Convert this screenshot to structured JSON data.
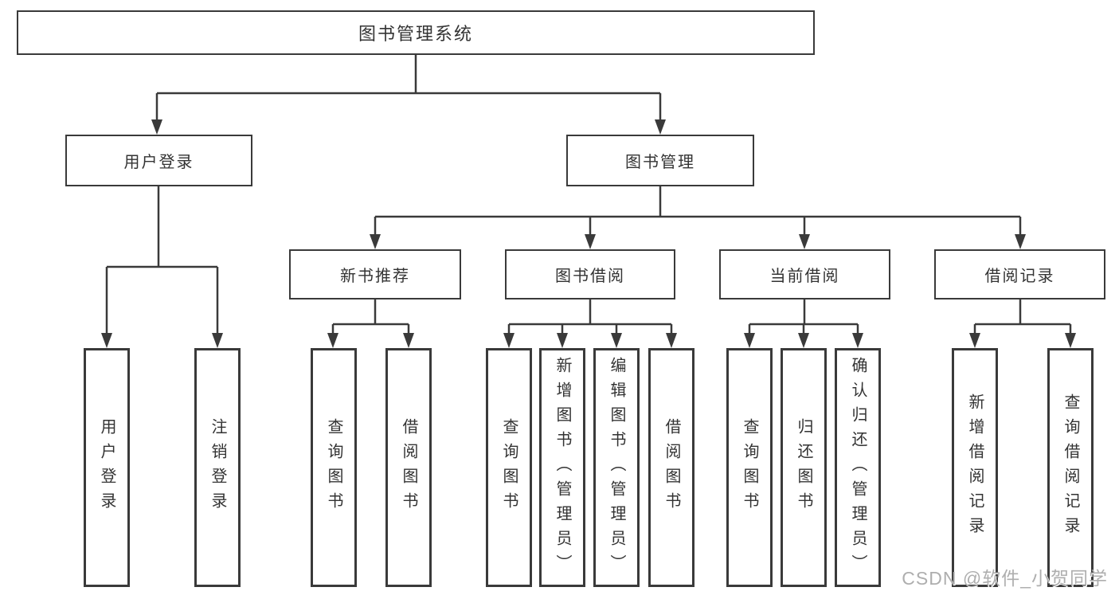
{
  "colors": {
    "line": "#3a3a3a",
    "border": "#3a3a3a",
    "text": "#333333",
    "watermark": "#a5a5a5",
    "background": "#ffffff"
  },
  "watermark": {
    "text": "CSDN @软件_小贺同学"
  },
  "tree": {
    "root": {
      "label": "图书管理系统",
      "children": [
        {
          "label": "用户登录",
          "children": [
            {
              "label": "用户登录"
            },
            {
              "label": "注销登录"
            }
          ]
        },
        {
          "label": "图书管理",
          "children": [
            {
              "label": "新书推荐",
              "children": [
                {
                  "label": "查询图书"
                },
                {
                  "label": "借阅图书"
                }
              ]
            },
            {
              "label": "图书借阅",
              "children": [
                {
                  "label": "查询图书"
                },
                {
                  "label": "新增图书（管理员）"
                },
                {
                  "label": "编辑图书（管理员）"
                },
                {
                  "label": "借阅图书"
                }
              ]
            },
            {
              "label": "当前借阅",
              "children": [
                {
                  "label": "查询图书"
                },
                {
                  "label": "归还图书"
                },
                {
                  "label": "确认归还（管理员）"
                }
              ]
            },
            {
              "label": "借阅记录",
              "children": [
                {
                  "label": "新增借阅记录"
                },
                {
                  "label": "查询借阅记录"
                }
              ]
            }
          ]
        }
      ]
    }
  }
}
